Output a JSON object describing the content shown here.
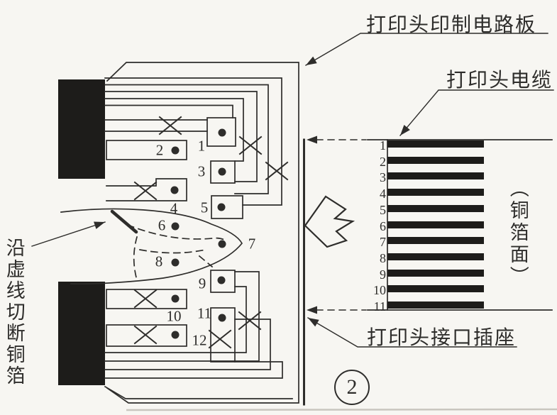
{
  "callouts": {
    "pcb": "打印头印制电路板",
    "cable": "打印头电缆",
    "copper_side": "（铜箔面）",
    "socket": "打印头接口插座",
    "cut_note": "沿虚线切断铜箔"
  },
  "figure_number": "2",
  "board": {
    "pad_labels": [
      "1",
      "2",
      "3",
      "4",
      "5",
      "6",
      "7",
      "8",
      "9",
      "10",
      "11",
      "12"
    ]
  },
  "cable": {
    "pin_labels": [
      "1",
      "2",
      "3",
      "4",
      "5",
      "6",
      "7",
      "8",
      "9",
      "10",
      "11"
    ]
  },
  "colors": {
    "ink": "#2e2d2b",
    "copper_fill": "#1d1c1a",
    "paper": "#f7f6f2"
  }
}
